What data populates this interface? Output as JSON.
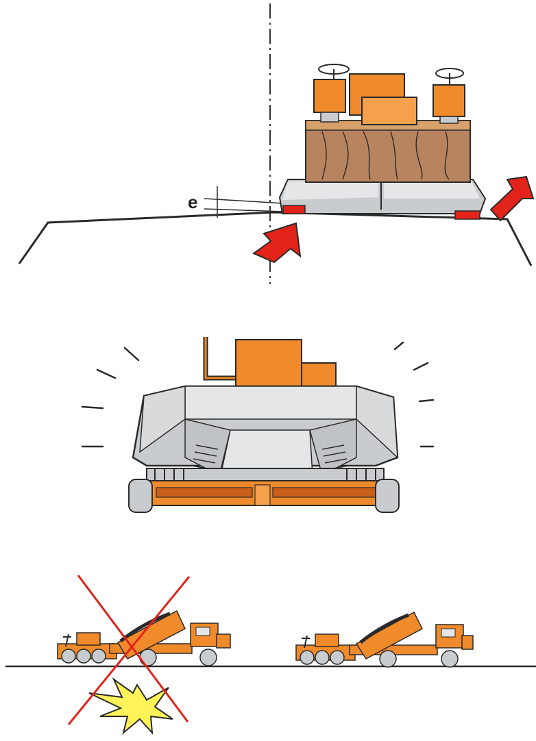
{
  "figure": {
    "panels": [
      {
        "id": "cross-section-eccentricity",
        "label": "e"
      },
      {
        "id": "paver-hopper-front-view"
      },
      {
        "id": "truck-docking-comparison",
        "states": [
          "incorrect",
          "correct"
        ]
      }
    ]
  },
  "colors": {
    "orange": "#f08a2a",
    "orange_dark": "#c8601a",
    "brown": "#b8835f",
    "gray": "#c9ccce",
    "gray_light": "#e4e6e7",
    "red": "#e2231a",
    "yellow": "#fff35a",
    "outline": "#2a2a2a"
  },
  "icons": {
    "top_arrows": "red-arrow-icon",
    "impact": "collision-burst-icon",
    "forbidden": "red-cross-icon"
  }
}
